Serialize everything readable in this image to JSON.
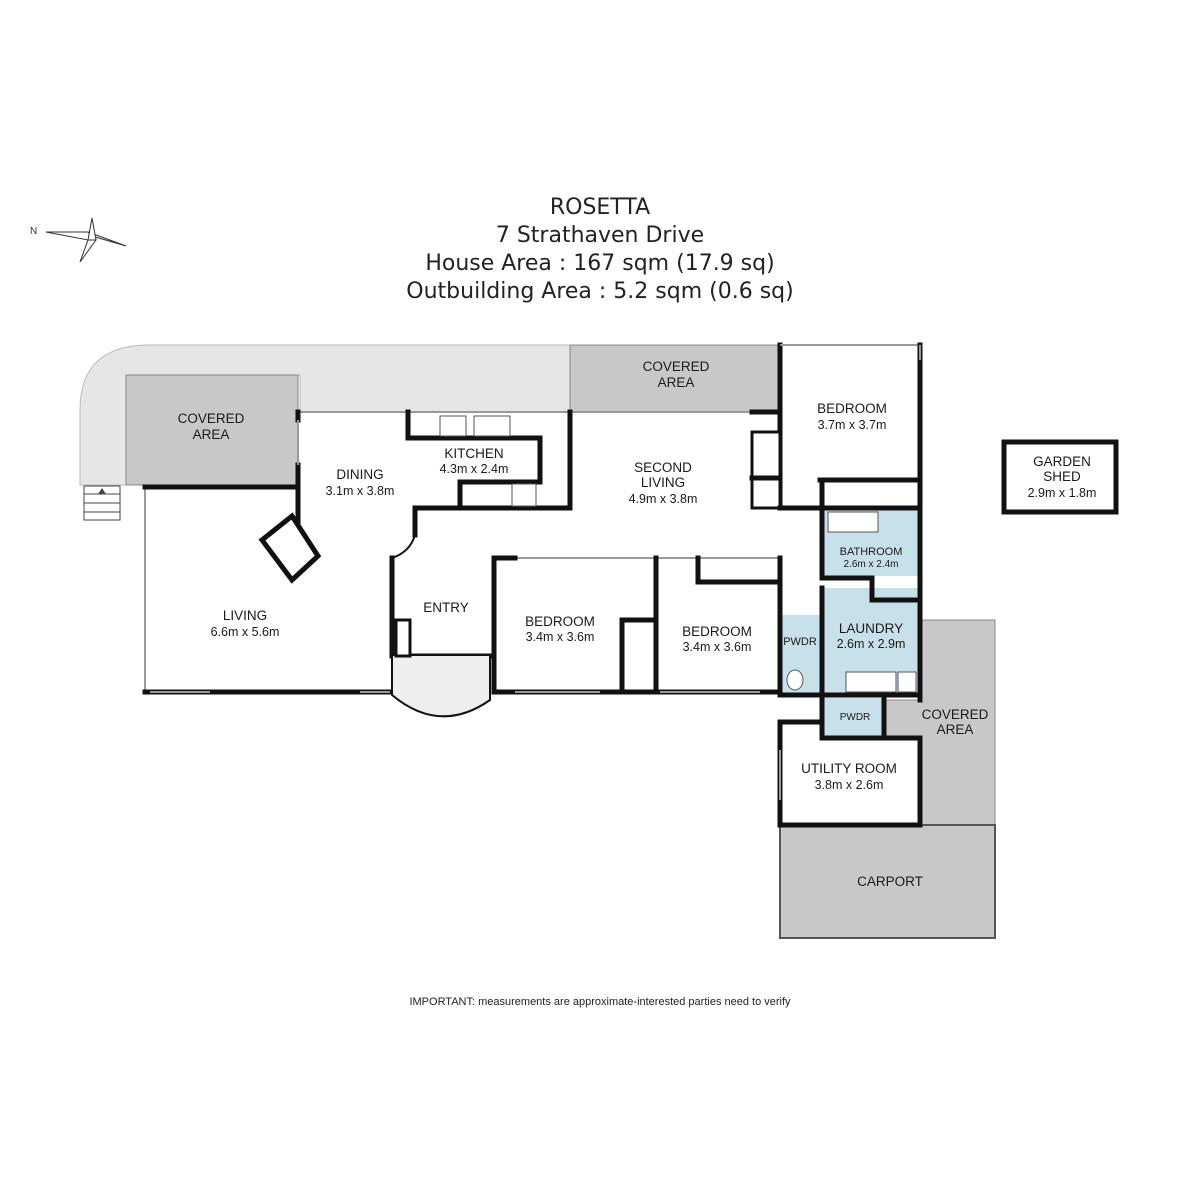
{
  "header": {
    "title": "ROSETTA",
    "address": "7 Strathaven Drive",
    "house_area": "House Area : 167 sqm (17.9 sq)",
    "outbuilding_area": "Outbuilding Area : 5.2 sqm (0.6 sq)"
  },
  "compass": {
    "north_label": "N"
  },
  "rooms": {
    "covered_left": {
      "line1": "COVERED",
      "line2": "AREA"
    },
    "covered_top": {
      "line1": "COVERED",
      "line2": "AREA"
    },
    "covered_right": {
      "line1": "COVERED",
      "line2": "AREA"
    },
    "dining": {
      "name": "DINING",
      "size": "3.1m x 3.8m"
    },
    "kitchen": {
      "name": "KITCHEN",
      "size": "4.3m x 2.4m"
    },
    "second_living": {
      "line1": "SECOND",
      "line2": "LIVING",
      "size": "4.9m x 3.8m"
    },
    "bedroom_top_right": {
      "name": "BEDROOM",
      "size": "3.7m x 3.7m"
    },
    "living": {
      "name": "LIVING",
      "size": "6.6m x 5.6m"
    },
    "entry": {
      "name": "ENTRY"
    },
    "bedroom_middle": {
      "name": "BEDROOM",
      "size": "3.4m x 3.6m"
    },
    "bedroom_right": {
      "name": "BEDROOM",
      "size": "3.4m x 3.6m"
    },
    "bathroom": {
      "name": "BATHROOM",
      "size": "2.6m x 2.4m"
    },
    "laundry": {
      "name": "LAUNDRY",
      "size": "2.6m x 2.9m"
    },
    "pwdr_left": {
      "name": "PWDR"
    },
    "pwdr_lower": {
      "name": "PWDR"
    },
    "utility_room": {
      "name": "UTILITY ROOM",
      "size": "3.8m x 2.6m"
    },
    "carport": {
      "name": "CARPORT"
    },
    "garden_shed": {
      "line1": "GARDEN",
      "line2": "SHED",
      "size": "2.9m x 1.8m"
    }
  },
  "colors": {
    "covered_fill": "#c8c8c8",
    "outdoor_fill": "#e6e6e6",
    "wet_area_fill": "#c8e0ea",
    "wall": "#111111"
  },
  "footer": {
    "note": "IMPORTANT: measurements are approximate-interested parties need to verify"
  }
}
